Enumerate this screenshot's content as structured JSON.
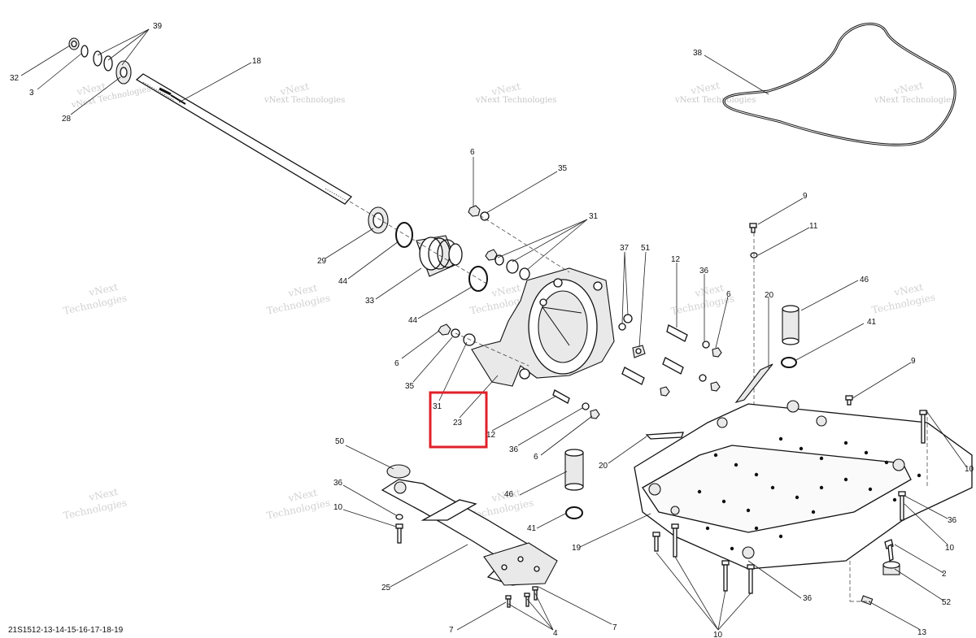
{
  "diagram": {
    "reference": "21S1512-13-14-15-16-17-18-19",
    "watermark": {
      "line1": "vNext",
      "line2": "Technologies",
      "combined": "vNext Technologies"
    },
    "highlight_box_color": "#e0202a",
    "callouts": {
      "c39": "39",
      "c32": "32",
      "c3": "3",
      "c28": "28",
      "c18": "18",
      "c38": "38",
      "c6_top": "6",
      "c35_top": "35",
      "c31_top": "31",
      "c29": "29",
      "c44_a": "44",
      "c33": "33",
      "c44_b": "44",
      "c37": "37",
      "c51": "51",
      "c12_a": "12",
      "c36_a": "36",
      "c6_a": "6",
      "c9_a": "9",
      "c11": "11",
      "c20_a": "20",
      "c46_a": "46",
      "c41_a": "41",
      "c6_b": "6",
      "c35_b": "35",
      "c31_b": "31",
      "c23": "23",
      "c12_b": "12",
      "c36_b": "36",
      "c6_c": "6",
      "c9_b": "9",
      "c10_a": "10",
      "c50": "50",
      "c20_b": "20",
      "c36_c": "36",
      "c10_b": "10",
      "c46_b": "46",
      "c41_b": "41",
      "c19": "19",
      "c36_d": "36",
      "c10_c": "10",
      "c2": "2",
      "c25": "25",
      "c36_e": "36",
      "c52": "52",
      "c7_a": "7",
      "c4": "4",
      "c7_b": "7",
      "c10_d": "10",
      "c13": "13"
    }
  }
}
